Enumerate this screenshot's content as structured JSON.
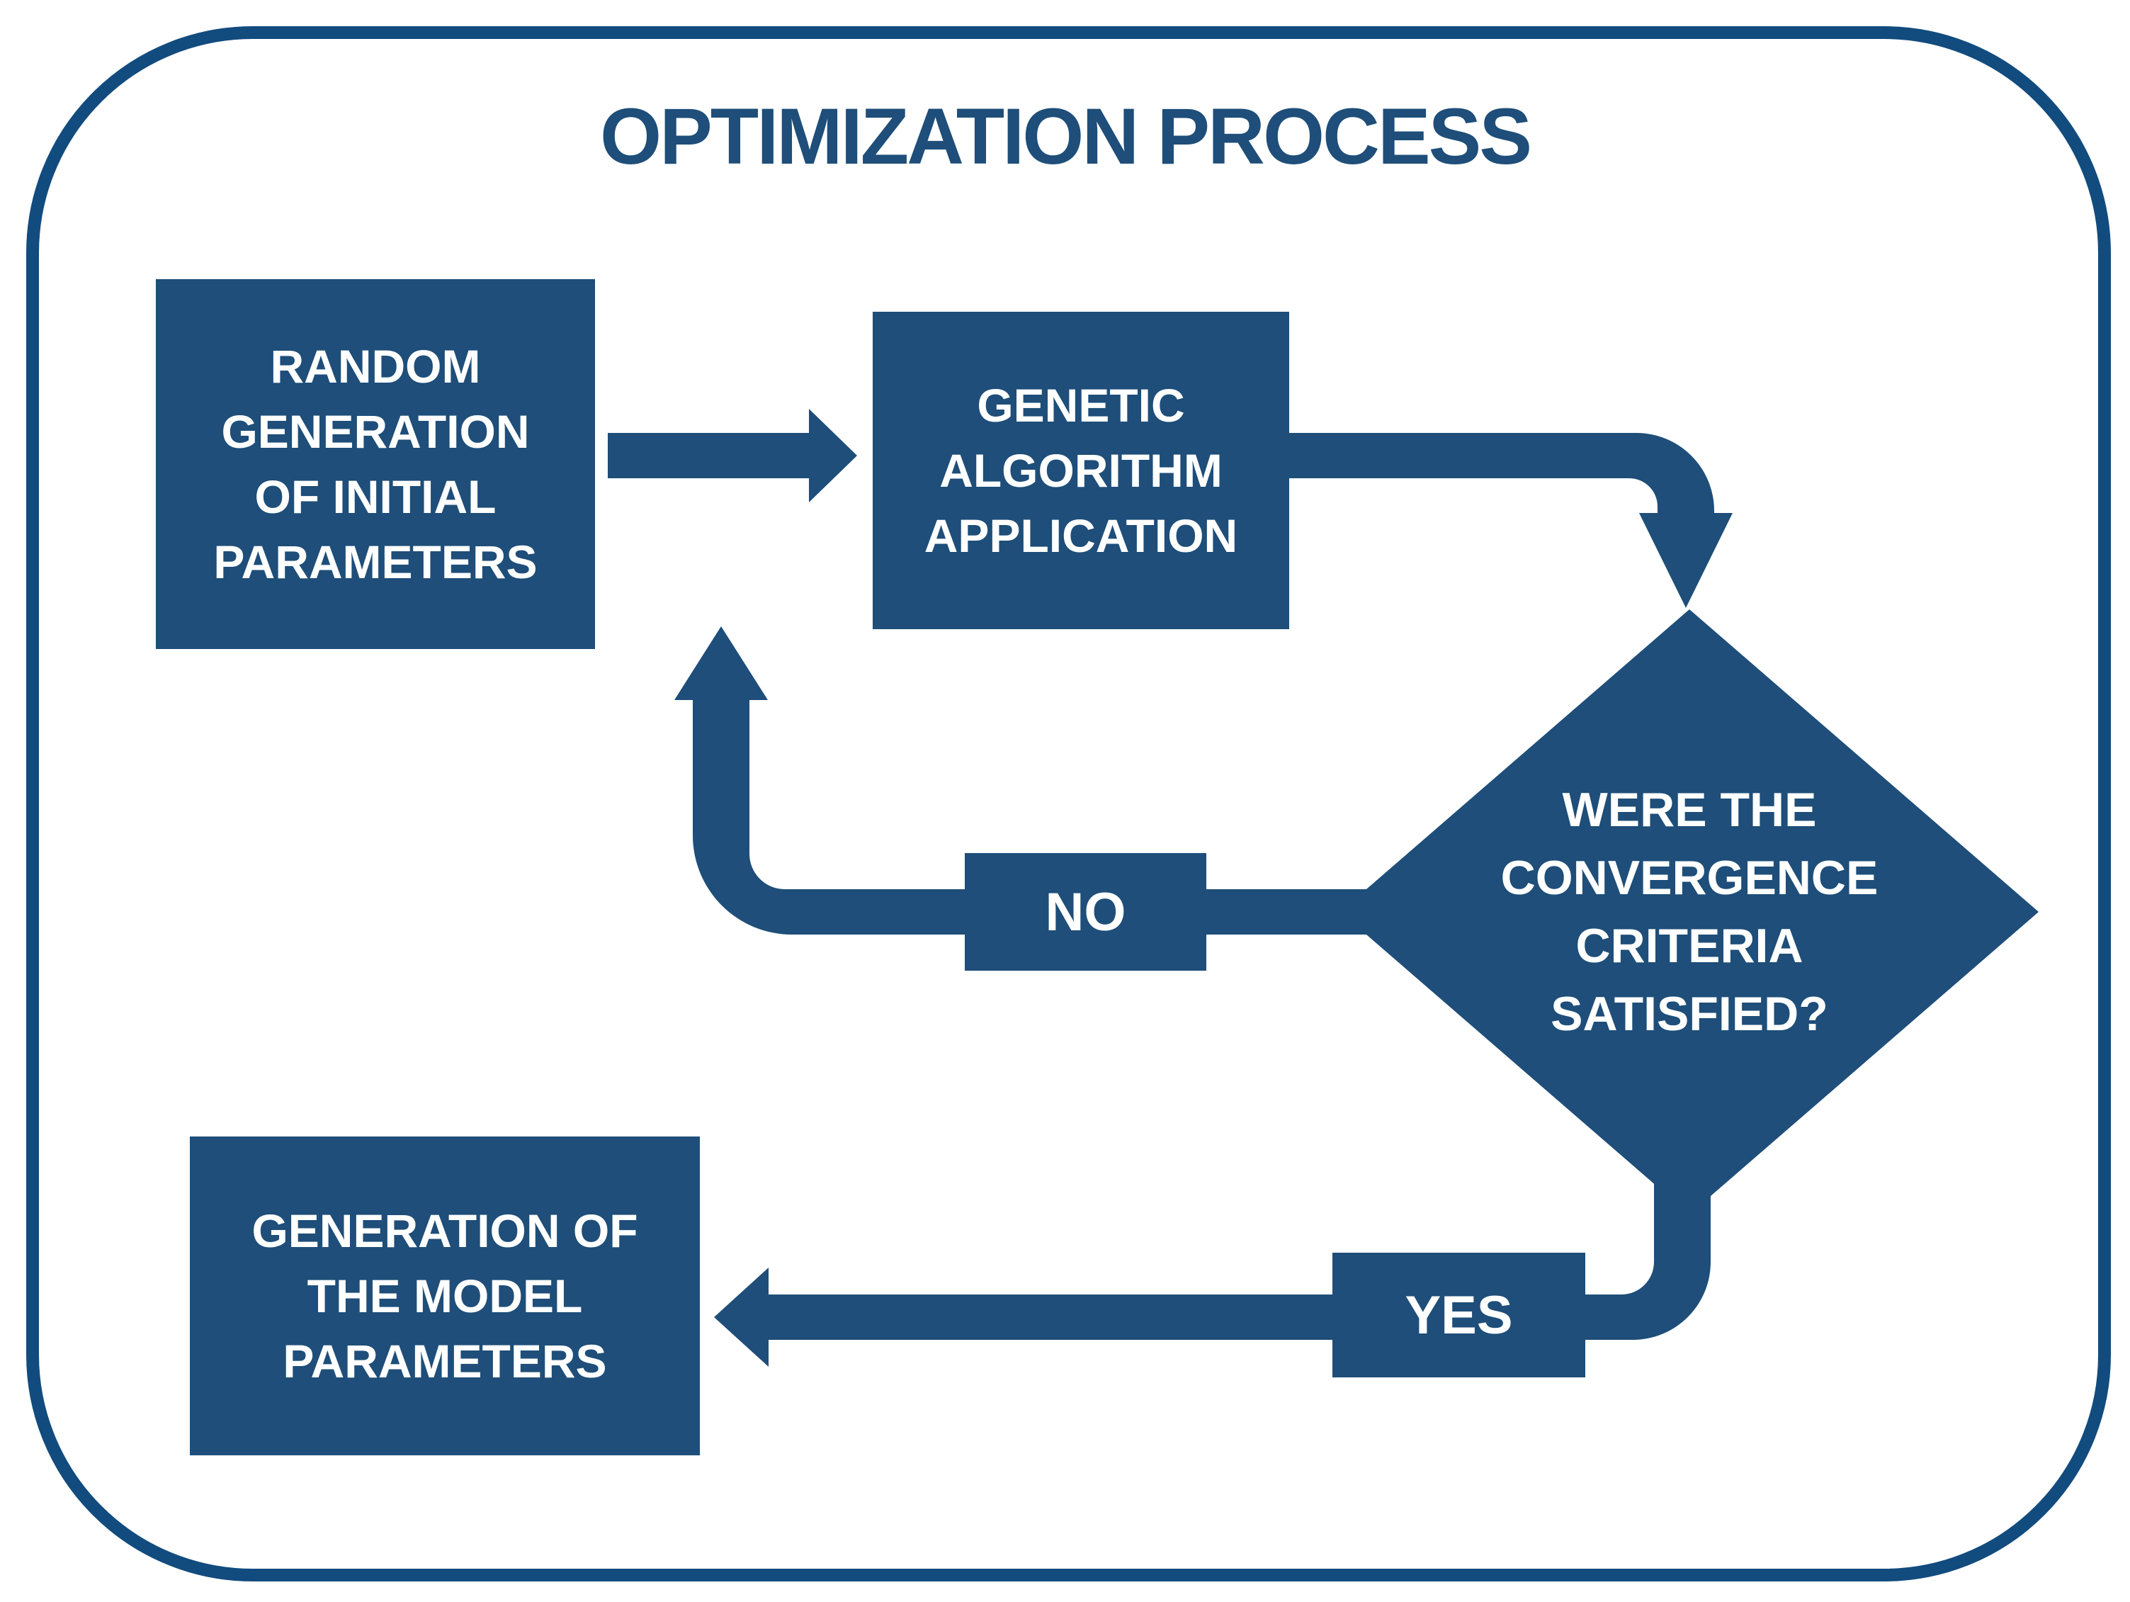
{
  "diagram": {
    "title": "OPTIMIZATION PROCESS",
    "colors": {
      "node_fill": "#1E4E79",
      "frame_border": "#124B7E",
      "title_text": "#1E4E79",
      "node_text": "#FFFFFF",
      "background": "#FFFFFF"
    },
    "nodes": {
      "random": {
        "type": "process",
        "lines": [
          "RANDOM",
          "GENERATION",
          "OF INITIAL",
          "PARAMETERS"
        ]
      },
      "genetic": {
        "type": "process",
        "lines": [
          "GENETIC",
          "ALGORITHM",
          "APPLICATION"
        ]
      },
      "decision": {
        "type": "decision",
        "lines": [
          "WERE THE",
          "CONVERGENCE",
          "CRITERIA",
          "SATISFIED?"
        ]
      },
      "generation": {
        "type": "process",
        "lines": [
          "GENERATION OF",
          "THE MODEL",
          "PARAMETERS"
        ]
      }
    },
    "edges": {
      "random_to_genetic": {
        "label": ""
      },
      "genetic_to_decision": {
        "label": ""
      },
      "decision_to_loop": {
        "label": "NO"
      },
      "decision_to_generation": {
        "label": "YES"
      }
    }
  }
}
